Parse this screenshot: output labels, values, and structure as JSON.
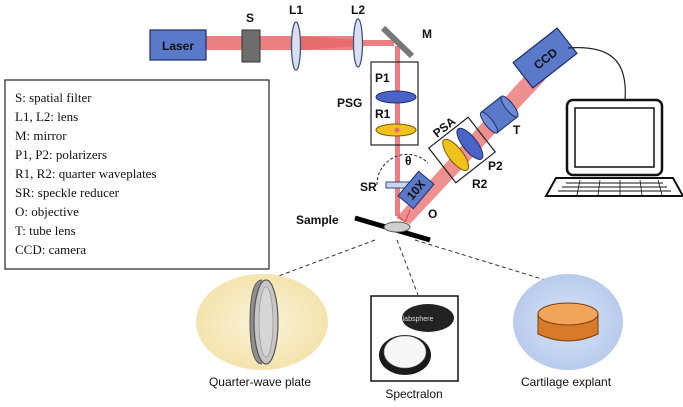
{
  "components": {
    "laser": "Laser",
    "spatial_filter": "S",
    "lens1": "L1",
    "lens2": "L2",
    "mirror": "M",
    "psg": "PSG",
    "p1": "P1",
    "r1": "R1",
    "sr": "SR",
    "theta": "θ",
    "objective_mag": "10X",
    "objective": "O",
    "sample": "Sample",
    "psa": "PSA",
    "p2": "P2",
    "r2": "R2",
    "tube_lens": "T",
    "ccd": "CCD"
  },
  "legend": [
    "S: spatial filter",
    "L1, L2: lens",
    "M: mirror",
    "P1, P2: polarizers",
    "R1, R2: quarter waveplates",
    "SR: speckle reducer",
    "O: objective",
    "T: tube lens",
    "CCD: camera"
  ],
  "samples": {
    "quarter_wave_plate": "Quarter-wave plate",
    "spectralon": "Spectralon",
    "spectralon_cap_text": "labsphere",
    "cartilage": "Cartilage explant"
  },
  "colors": {
    "beam": "#e8696b",
    "laser_box": "#5b79c9",
    "polarizer": "#4a63c7",
    "waveplate": "#f2c21c"
  }
}
